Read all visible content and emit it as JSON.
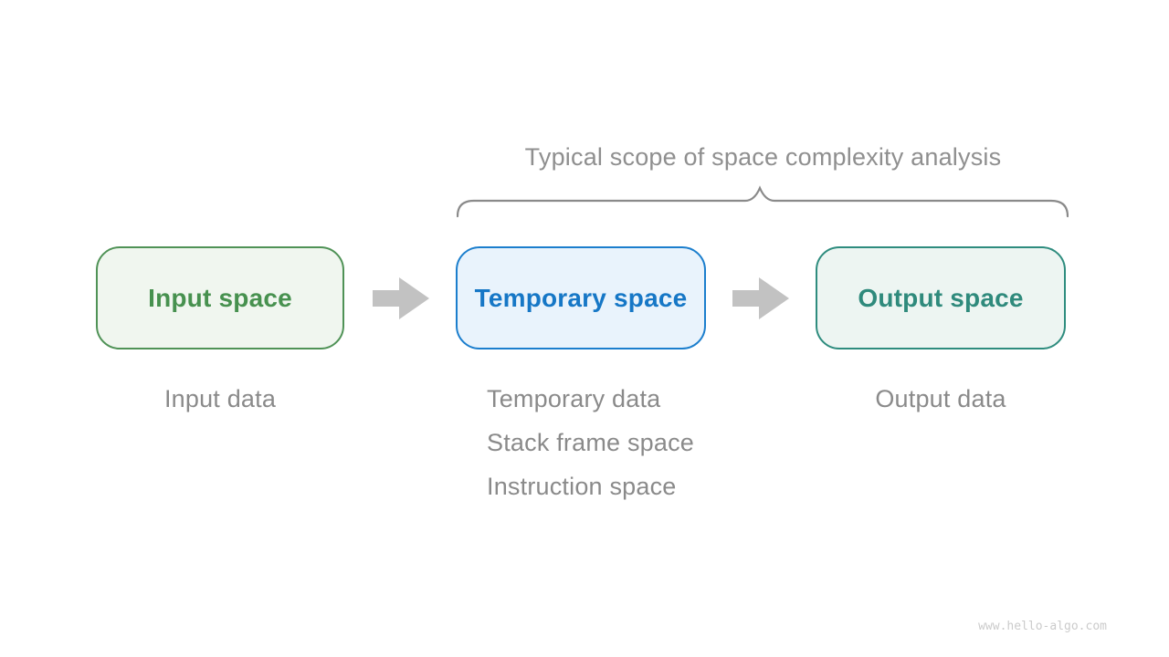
{
  "title": "Typical scope of space complexity analysis",
  "flow": {
    "boxes": [
      {
        "id": "input",
        "label": "Input space"
      },
      {
        "id": "temporary",
        "label": "Temporary space"
      },
      {
        "id": "output",
        "label": "Output space"
      }
    ]
  },
  "captions": {
    "input": "Input data",
    "temporary": [
      "Temporary data",
      "Stack frame space",
      "Instruction space"
    ],
    "output": "Output data"
  },
  "watermark": "www.hello-algo.com",
  "colors": {
    "input_border": "#4f9256",
    "input_bg": "#f0f6ef",
    "input_text": "#47914f",
    "temporary_border": "#1b7ecd",
    "temporary_bg": "#e9f3fc",
    "temporary_text": "#1677c6",
    "output_border": "#2e8c7e",
    "output_bg": "#edf5f2",
    "output_text": "#2f8a7c",
    "arrow": "#c2c2c2",
    "brace": "#8a8a8a",
    "title_text": "#8f8f8f",
    "caption_text": "#8a8a8a",
    "watermark_text": "#cbcbcb"
  }
}
